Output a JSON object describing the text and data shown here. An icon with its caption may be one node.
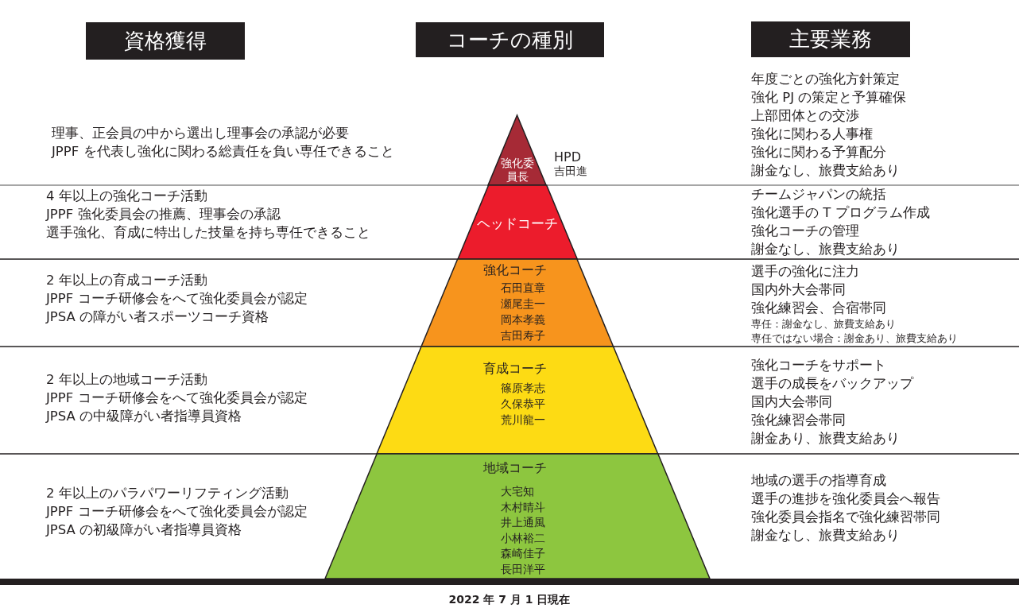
{
  "diagram": {
    "caption": "2022 年 7 月 1 日現在",
    "nodes": [
      {
        "text": [
          "資格獲得"
        ]
      },
      {
        "text": [
          "コーチの種別"
        ]
      },
      {
        "text": [
          "主要業務"
        ]
      },
      {
        "text": [
          "強化委員長"
        ],
        "beside": [
          "HPD",
          "吉田進"
        ]
      },
      {
        "text": [
          "ヘッドコーチ"
        ]
      },
      {
        "text": [
          "強化コーチ",
          "石田直章",
          "瀬尾圭一",
          "岡本孝義",
          "吉田寿子"
        ]
      },
      {
        "text": [
          "育成コーチ",
          "篠原孝志",
          "久保恭平",
          "荒川龍一"
        ]
      },
      {
        "text": [
          "地域コーチ",
          "大宅知",
          "木村晴斗",
          "井上通風",
          "小林裕二",
          "森崎佳子",
          "長田洋平"
        ]
      }
    ],
    "labels": [
      "理事、正会員の中から選出し理事会の承認が必要",
      "JPPF を代表し強化に関わる総責任を負い専任できること",
      "年度ごとの強化方針策定",
      "強化 PJ の策定と予算確保",
      "上部団体との交渉",
      "強化に関わる人事権",
      "強化に関わる予算配分",
      "謝金なし、旅費支給あり",
      "4 年以上の強化コーチ活動",
      "JPPF 強化委員会の推薦、理事会の承認",
      "選手強化、育成に特出した技量を持ち専任できること",
      "チームジャパンの統括",
      "強化選手の T プログラム作成",
      "強化コーチの管理",
      "謝金なし、旅費支給あり",
      "2 年以上の育成コーチ活動",
      "JPPF コーチ研修会をへて強化委員会が認定",
      "JPSA の障がい者スポーツコーチ資格",
      "選手の強化に注力",
      "国内外大会帯同",
      "強化練習会、合宿帯同",
      "専任：謝金なし、旅費支給あり",
      "専任ではない場合：謝金あり、旅費支給あり",
      "2 年以上の地域コーチ活動",
      "JPPF コーチ研修会をへて強化委員会が認定",
      "JPSA の中級障がい者指導員資格",
      "強化コーチをサポート",
      "選手の成長をバックアップ",
      "国内大会帯同",
      "強化練習会帯同",
      "謝金あり、旅費支給あり",
      "2 年以上のパラパワーリフティング活動",
      "JPPF コーチ研修会をへて強化委員会が認定",
      "JPSA の初級障がい者指導員資格",
      "地域の選手の指導育成",
      "選手の進捗を強化委員会へ報告",
      "強化委員会指名で強化練習帯同",
      "謝金なし、旅費支給あり"
    ]
  }
}
